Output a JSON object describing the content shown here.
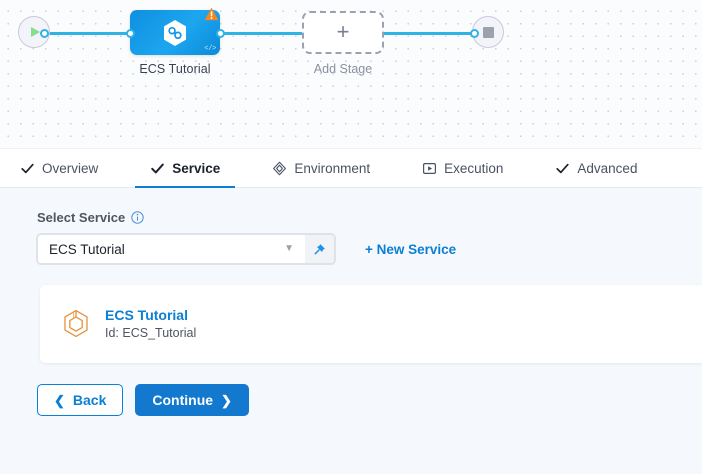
{
  "canvas": {
    "start_node": {
      "icon": "play-icon",
      "name": "pipeline-start"
    },
    "end_node": {
      "icon": "stop-icon",
      "name": "pipeline-end"
    },
    "stage": {
      "label": "ECS Tutorial",
      "icon": "harness-service-icon",
      "warning_icon": "warning-triangle-icon",
      "code_icon": "code-icon",
      "color": "#1294e8"
    },
    "add_stage": {
      "label": "Add Stage",
      "icon": "plus-icon"
    }
  },
  "tabs": [
    {
      "label": "Overview",
      "icon": "check-icon",
      "active": false
    },
    {
      "label": "Service",
      "icon": "check-icon",
      "active": true
    },
    {
      "label": "Environment",
      "icon": "layers-icon",
      "active": false
    },
    {
      "label": "Execution",
      "icon": "play-box-icon",
      "active": false
    },
    {
      "label": "Advanced",
      "icon": "check-icon",
      "active": false
    }
  ],
  "service_section": {
    "field_label": "Select Service",
    "info_icon": "info-icon",
    "select_value": "ECS Tutorial",
    "chevron_icon": "chevron-down-icon",
    "pin_icon": "pin-icon",
    "new_service_label": "+ New Service",
    "card": {
      "icon": "hexagon-cube-icon",
      "name": "ECS Tutorial",
      "id": "Id: ECS_Tutorial"
    }
  },
  "footer": {
    "back_label": "Back",
    "back_arrow": "❮",
    "continue_label": "Continue",
    "continue_arrow": "❯"
  },
  "colors": {
    "accent_blue": "#0b7fd4",
    "connector_blue": "#30b2e7",
    "warning_orange": "#f5861f",
    "service_orange": "#e8903c",
    "play_green": "#88dd8c"
  }
}
